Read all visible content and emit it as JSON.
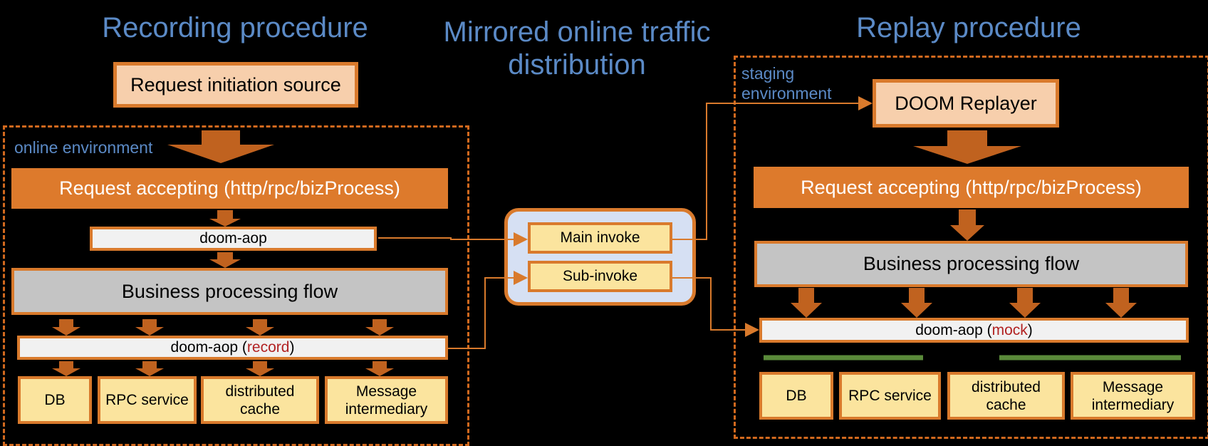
{
  "titles": {
    "recording": "Recording procedure",
    "mirrored": "Mirrored online traffic distribution",
    "replay": "Replay procedure"
  },
  "recording": {
    "source": "Request initiation source",
    "env_label": "online environment",
    "accepting": "Request accepting (http/rpc/bizProcess)",
    "aop": "doom-aop",
    "business": "Business processing flow",
    "aop_record_prefix": "doom-aop (",
    "aop_record_word": "record",
    "aop_record_suffix": ")",
    "resources": [
      "DB",
      "RPC service",
      "distributed cache",
      "Message intermediary"
    ]
  },
  "mirror": {
    "main_invoke": "Main invoke",
    "sub_invoke": "Sub-invoke"
  },
  "replay": {
    "env_label": "staging environment",
    "replayer": "DOOM Replayer",
    "accepting": "Request accepting (http/rpc/bizProcess)",
    "business": "Business processing flow",
    "aop_mock_prefix": "doom-aop (",
    "aop_mock_word": "mock",
    "aop_mock_suffix": ")",
    "resources": [
      "DB",
      "RPC service",
      "distributed cache",
      "Message intermediary"
    ]
  },
  "colors": {
    "title_blue": "#5b8ac6",
    "orange": "#dd7a2c",
    "arrow": "#c0621f",
    "gold": "#fbe49e",
    "green": "#5a8a3a",
    "red": "#b22222"
  }
}
